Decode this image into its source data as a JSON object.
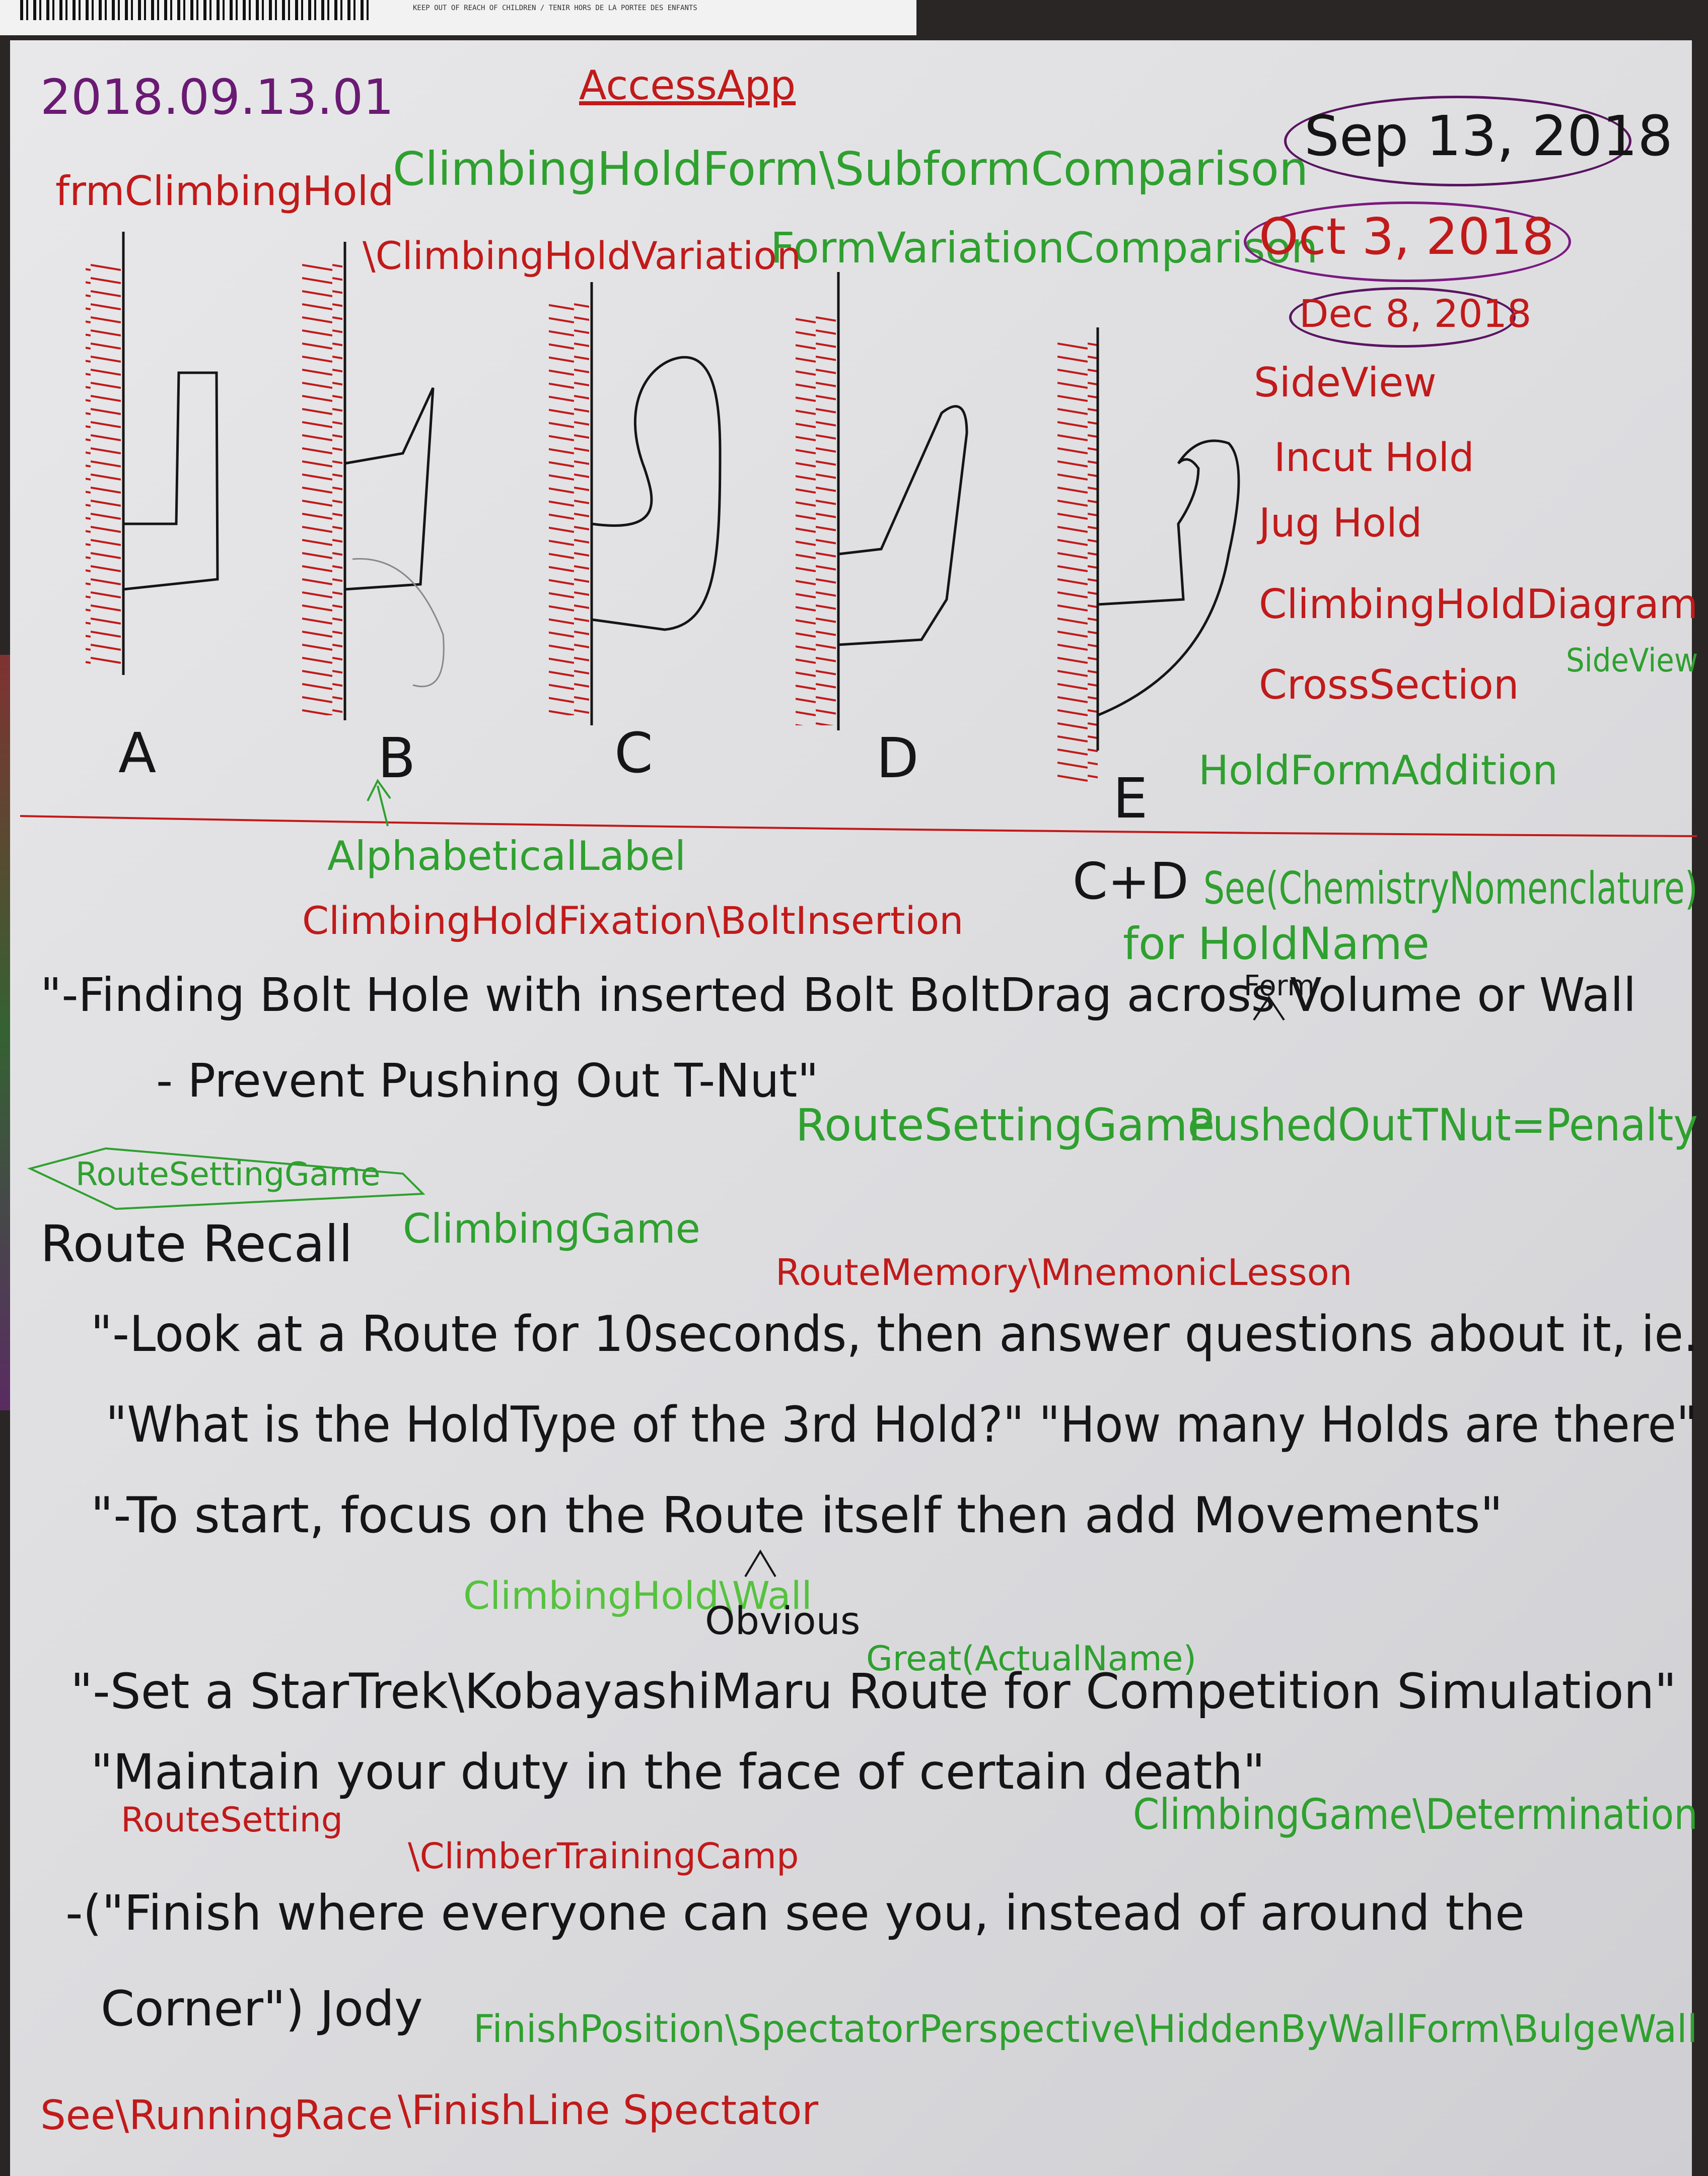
{
  "header_strip_text": "KEEP OUT OF REACH OF CHILDREN / TENIR HORS DE LA PORTÉE DES ENFANTS",
  "top_left_code": "2018.09.13.01",
  "top_center_title": "AccessApp",
  "top_red_form": "frmClimbingHold",
  "green_form_line1": "ClimbingHoldForm\\SubformComparison",
  "green_form_line2": "FormVariationComparison",
  "red_variation": "\\ClimbingHoldVariation",
  "dates": {
    "d1": "Sep 13, 2018",
    "d2": "Oct 3, 2018",
    "d3": "Dec 8, 2018"
  },
  "right_notes": [
    "SideView",
    "Incut Hold",
    "Jug Hold",
    "ClimbingHoldDiagram",
    "CrossSection"
  ],
  "sideview_small": "SideView",
  "hold_labels": [
    "A",
    "B",
    "C",
    "D",
    "E"
  ],
  "hold_form_addition": "HoldFormAddition",
  "alphabetical_label": "AlphabeticalLabel",
  "cd_note": "C+D",
  "see_chemistry": "See(ChemistryNomenclature)",
  "for_hold_name": "for HoldName",
  "form_caret": "Form",
  "fixation_heading": "ClimbingHoldFixation\\BoltInsertion",
  "bolt_line1": "\"-Finding Bolt Hole with inserted Bolt  BoltDrag across Volume or Wall",
  "bolt_line2": "- Prevent Pushing Out T-Nut\"",
  "route_setting_game": "RouteSettingGame",
  "pushed_out": "PushedOutTNut=Penalty",
  "route_setting_game_box": "RouteSettingGame",
  "route_recall": "Route Recall",
  "climbing_game": "ClimbingGame",
  "route_memory": "RouteMemory\\MnemonicLesson",
  "recall_line1": "\"-Look at a Route for 10seconds, then answer questions about it, ie.",
  "recall_line2": "\"What is the HoldType of the 3rd Hold?\" \"How many Holds are there\"",
  "recall_line3": "\"-To start, focus on the Route itself then add Movements\"",
  "climbing_hold_wall": "ClimbingHold\\Wall",
  "obvious": "Obvious",
  "great_actual_name": "Great(ActualName)",
  "startrek_line": "\"-Set a StarTrek\\KobayashiMaru Route for Competition Simulation\"",
  "maintain_line": "\"Maintain your duty in the face of certain death\"",
  "climbing_game_det": "ClimbingGame\\Determination",
  "route_setting": "RouteSetting",
  "climber_camp": "\\ClimberTrainingCamp",
  "finish_line1": "-(\"Finish where everyone can see you, instead of around the",
  "finish_line2": "Corner\") Jody",
  "finish_position": "FinishPosition\\SpectatorPerspective\\HiddenByWallForm\\BulgeWall",
  "see_running": "See\\RunningRace",
  "finish_line_spectator": "\\FinishLine Spectator",
  "colors": {
    "ink_black": "#151515",
    "ink_red": "#c11a1a",
    "ink_green": "#2fa02f",
    "ink_purple": "#6a1a73"
  }
}
